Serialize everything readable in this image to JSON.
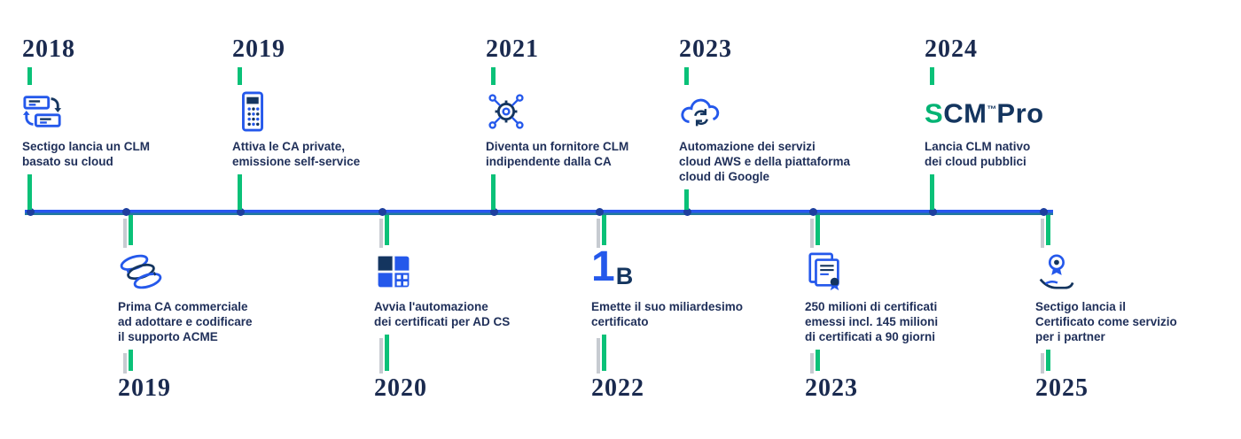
{
  "colors": {
    "accent_blue": "#2458eb",
    "navy": "#1a2a4f",
    "tick_green": "#0ac178",
    "tick_gray": "#c7cbd1",
    "line_blue": "#2857ee",
    "line_teal": "#217a9e",
    "logo_green": "#00b373"
  },
  "top_items": [
    {
      "year": "2018",
      "icon": "sync-screens-icon",
      "text": "Sectigo lancia un CLM\nbasato su cloud"
    },
    {
      "year": "2019",
      "icon": "self-service-kiosk-icon",
      "text": "Attiva le CA private,\nemissione self-service"
    },
    {
      "year": "2021",
      "icon": "gear-network-icon",
      "text": "Diventa un fornitore CLM\nindipendente dalla CA"
    },
    {
      "year": "2023",
      "icon": "cloud-sync-icon",
      "text": "Automazione dei servizi\ncloud AWS e della piattaforma\ncloud di Google"
    },
    {
      "year": "2024",
      "icon": "scm-pro-logo",
      "text": "Lancia CLM nativo\ndei cloud pubblici"
    }
  ],
  "bottom_items": [
    {
      "year": "2019",
      "icon": "coins-icon",
      "text": "Prima CA commerciale\nad adottare e codificare\nil supporto ACME"
    },
    {
      "year": "2020",
      "icon": "window-grid-icon",
      "text": "Avvia l'automazione\ndei certificati per AD CS"
    },
    {
      "year": "2022",
      "icon": "one-billion-icon",
      "text": "Emette il suo miliardesimo\ncertificato"
    },
    {
      "year": "2023",
      "icon": "certificates-stack-icon",
      "text": "250 milioni di certificati\nemessi incl. 145 milioni\ndi certificati a 90 giorni"
    },
    {
      "year": "2025",
      "icon": "hand-badge-icon",
      "text": "Sectigo lancia il\nCertificato come servizio\nper i partner"
    }
  ],
  "logo": {
    "s": "S",
    "cm": "CM",
    "tm": "™",
    "pro": "Pro"
  },
  "billion": {
    "one": "1",
    "b": "B"
  }
}
